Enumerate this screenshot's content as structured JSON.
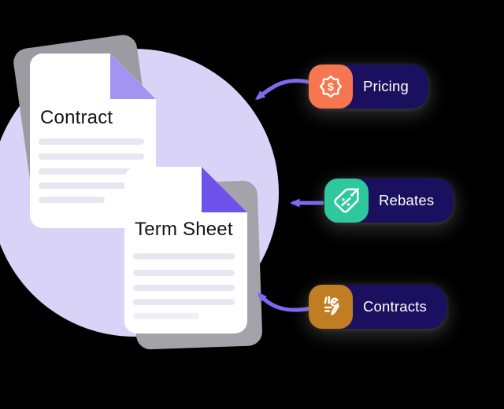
{
  "canvas": {
    "background": "#000000",
    "circle_color": "#d9d3f8",
    "arrow_color": "#8168f0",
    "pill_bg": "#1b1060",
    "pill_text": "#ffffff"
  },
  "documents": [
    {
      "title": "Contract",
      "fold_color": "#a394f1"
    },
    {
      "title": "Term Sheet",
      "fold_color": "#6e52ea"
    }
  ],
  "tags": [
    {
      "label": "Pricing",
      "icon": "price-seal-icon",
      "icon_bg": "#f5764f"
    },
    {
      "label": "Rebates",
      "icon": "discount-tag-icon",
      "icon_bg": "#2fc79d"
    },
    {
      "label": "Contracts",
      "icon": "signed-contract-icon",
      "icon_bg": "#c17d21"
    }
  ]
}
